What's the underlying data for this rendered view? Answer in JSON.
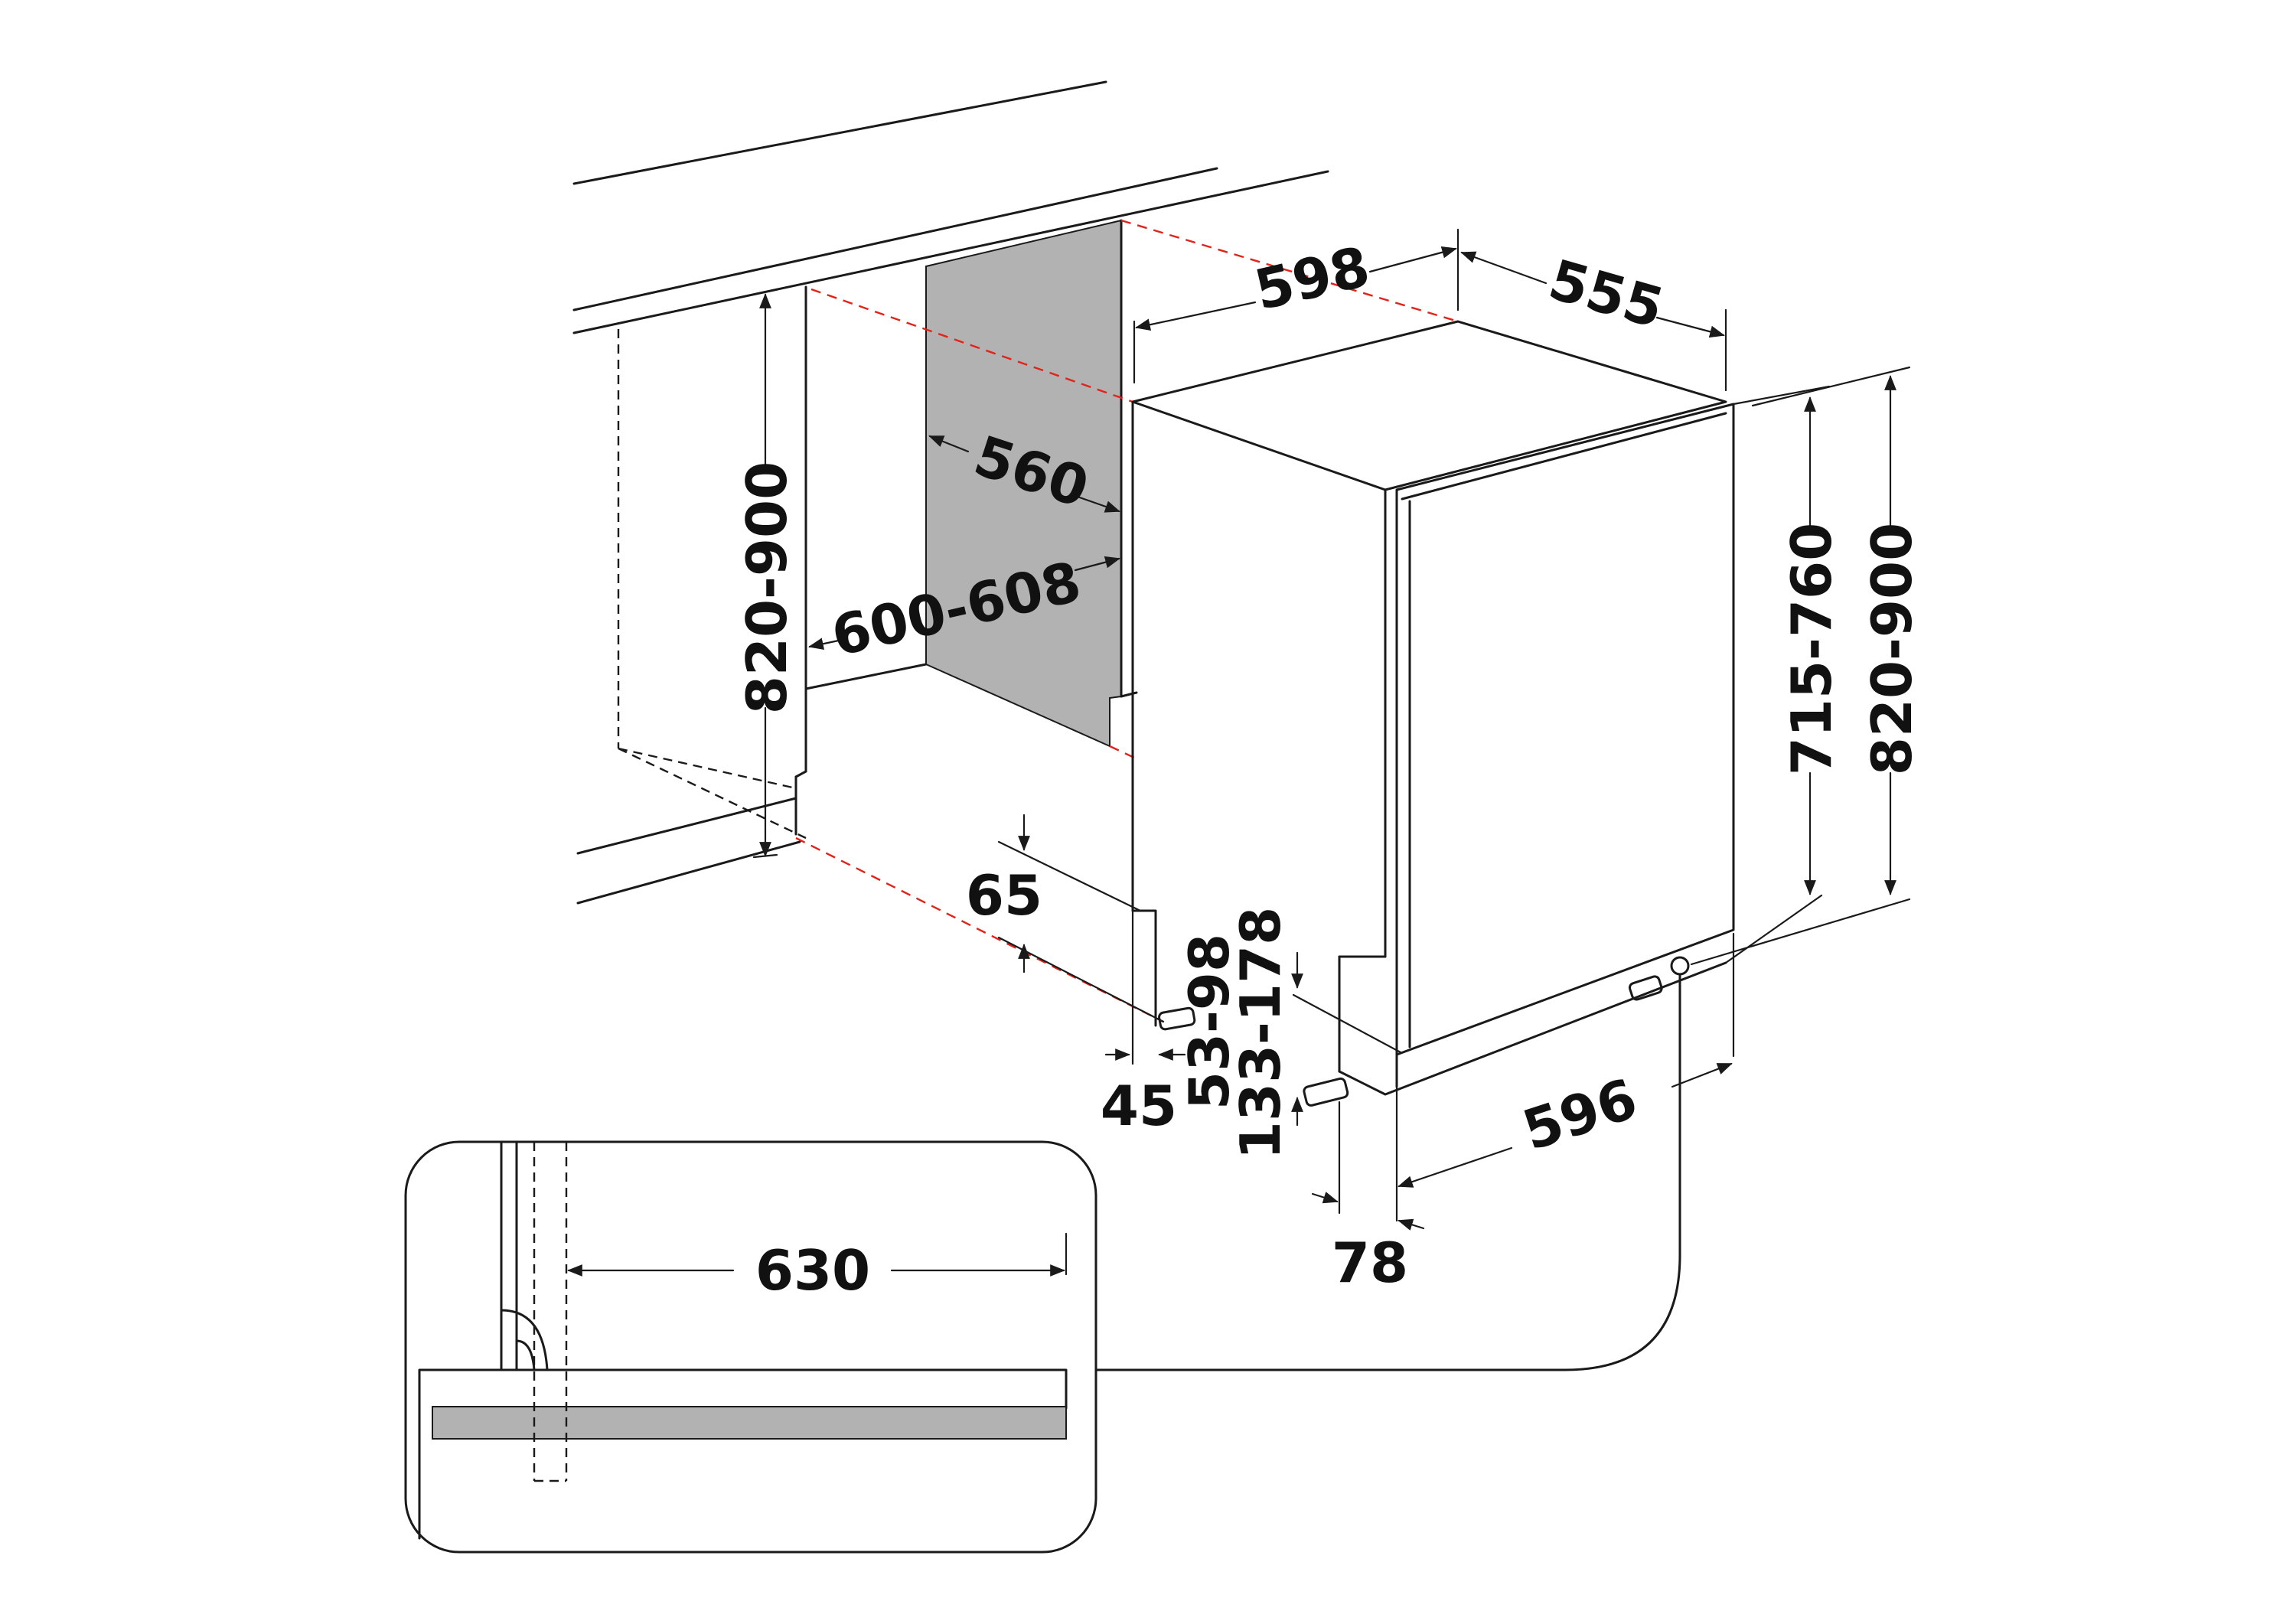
{
  "diagram": {
    "dimensions": {
      "appliance_width": "598",
      "appliance_depth": "555",
      "niche_depth": "560",
      "niche_width": "600-608",
      "niche_height": "820-900",
      "appliance_height": "715-760",
      "total_height": "820-900",
      "plinth_height": "65",
      "foot_adjust": "53-98",
      "door_gap": "133-178",
      "foot_offset": "45",
      "door_width": "596",
      "door_offset": "78",
      "pipe_length": "630"
    },
    "colors": {
      "lines": "#1a1a1a",
      "hidden_edges": "#e2231a",
      "panel_fill": "#b2b2b2"
    }
  }
}
